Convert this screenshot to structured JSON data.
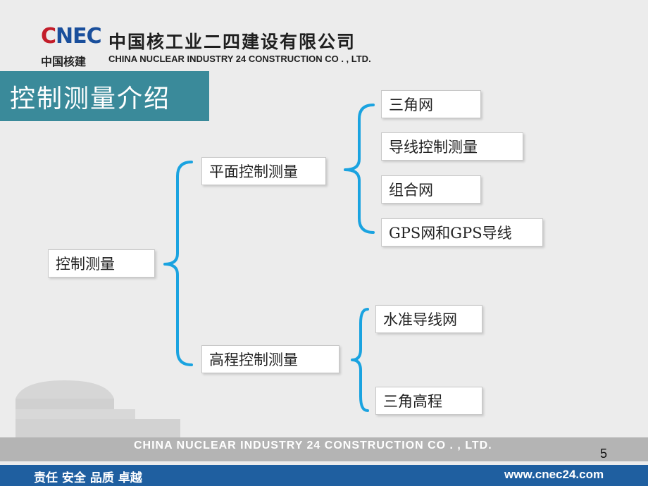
{
  "header": {
    "logo_text_c": "C",
    "logo_text_rest": "NEC",
    "logo_subtitle": "中国核建",
    "company_cn": "中国核工业二四建设有限公司",
    "company_en": "CHINA NUCLEAR INDUSTRY 24 CONSTRUCTION CO . , LTD."
  },
  "slide_title": "控制测量介绍",
  "tree": {
    "root": "控制测量",
    "level1": [
      "平面控制测量",
      "高程控制测量"
    ],
    "plane_children": [
      "三角网",
      "导线控制测量",
      "组合网",
      "GPS网和GPS导线"
    ],
    "height_children": [
      "水准导线网",
      "三角高程"
    ]
  },
  "colors": {
    "accent": "#3a8a9a",
    "bracket": "#1aa3e0",
    "brand_blue": "#1f5fa0"
  },
  "footer": {
    "company_en": "CHINA NUCLEAR INDUSTRY 24 CONSTRUCTION CO . , LTD.",
    "page_number": "5",
    "slogan": "责任 安全 品质 卓越",
    "website": "www.cnec24.com"
  }
}
